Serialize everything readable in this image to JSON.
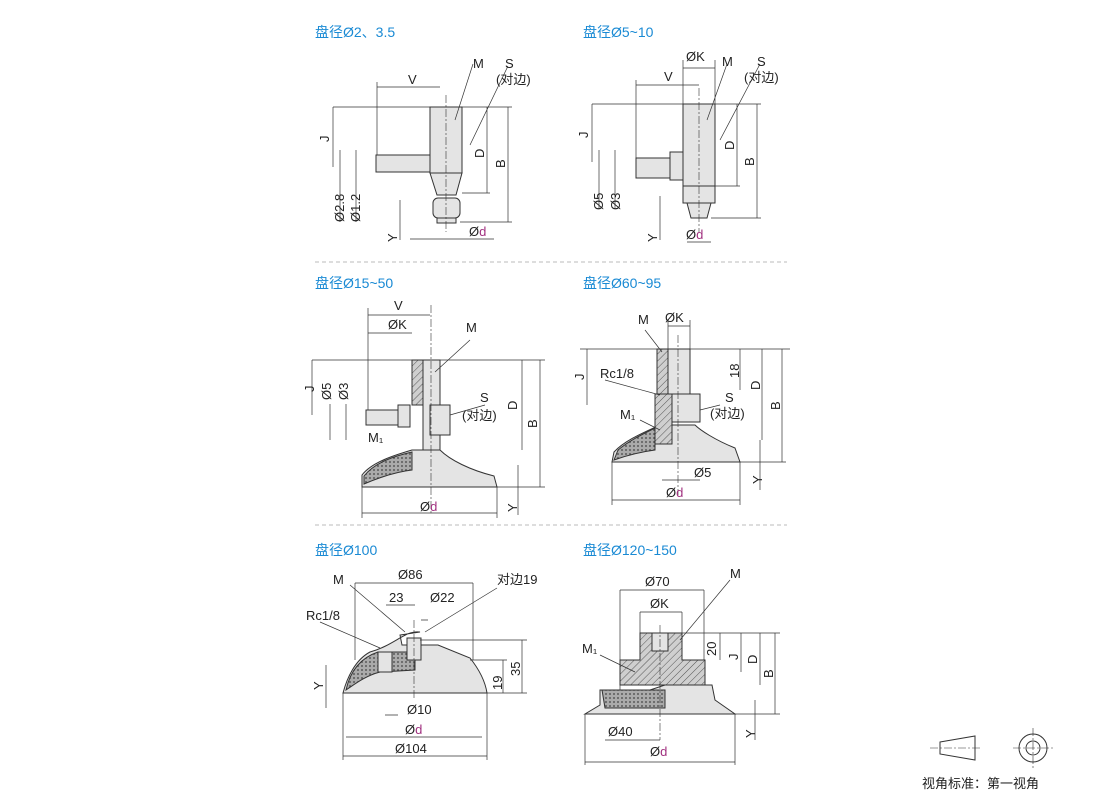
{
  "titles": [
    "盘径Ø2、3.5",
    "盘径Ø5~10",
    "盘径Ø15~50",
    "盘径Ø60~95",
    "盘径Ø100",
    "盘径Ø120~150"
  ],
  "p1": {
    "V": "V",
    "M": "M",
    "S": "S",
    "S2": "(对边)",
    "J": "J",
    "D": "D",
    "B": "B",
    "d1": "Ø2.8",
    "d2": "Ø1.2",
    "Y": "Y",
    "dd": "Ø",
    "d": "d"
  },
  "p2": {
    "K": "ØK",
    "V": "V",
    "M": "M",
    "S": "S",
    "S2": "(对边)",
    "J": "J",
    "D": "D",
    "B": "B",
    "d1": "Ø5",
    "d2": "Ø3",
    "Y": "Y",
    "dd": "Ø",
    "d": "d"
  },
  "p3": {
    "V": "V",
    "K": "ØK",
    "M": "M",
    "J": "J",
    "d1": "Ø5",
    "d2": "Ø3",
    "S": "S",
    "S2": "(对边)",
    "D": "D",
    "B": "B",
    "M1": "M₁",
    "dd": "Ø",
    "d": "d",
    "Y": "Y"
  },
  "p4": {
    "M": "M",
    "K": "ØK",
    "J": "J",
    "Rc": "Rc1/8",
    "n18": "18",
    "D": "D",
    "B": "B",
    "S": "S",
    "S2": "(对边)",
    "M1": "M₁",
    "d5": "Ø5",
    "dd": "Ø",
    "d": "d",
    "Y": "Y"
  },
  "p5": {
    "M": "M",
    "d86": "Ø86",
    "hex": "对边19",
    "n23": "23",
    "d22": "Ø22",
    "Rc": "Rc1/8",
    "n35": "35",
    "n19": "19",
    "Y": "Y",
    "d10": "Ø10",
    "dd": "Ø",
    "d": "d",
    "d104": "Ø104"
  },
  "p6": {
    "d70": "Ø70",
    "M": "M",
    "K": "ØK",
    "M1": "M₁",
    "n20": "20",
    "J": "J",
    "D": "D",
    "B": "B",
    "Y": "Y",
    "d40": "Ø40",
    "dd": "Ø",
    "d": "d"
  },
  "legend": {
    "label": "视角标准：第一视角"
  }
}
